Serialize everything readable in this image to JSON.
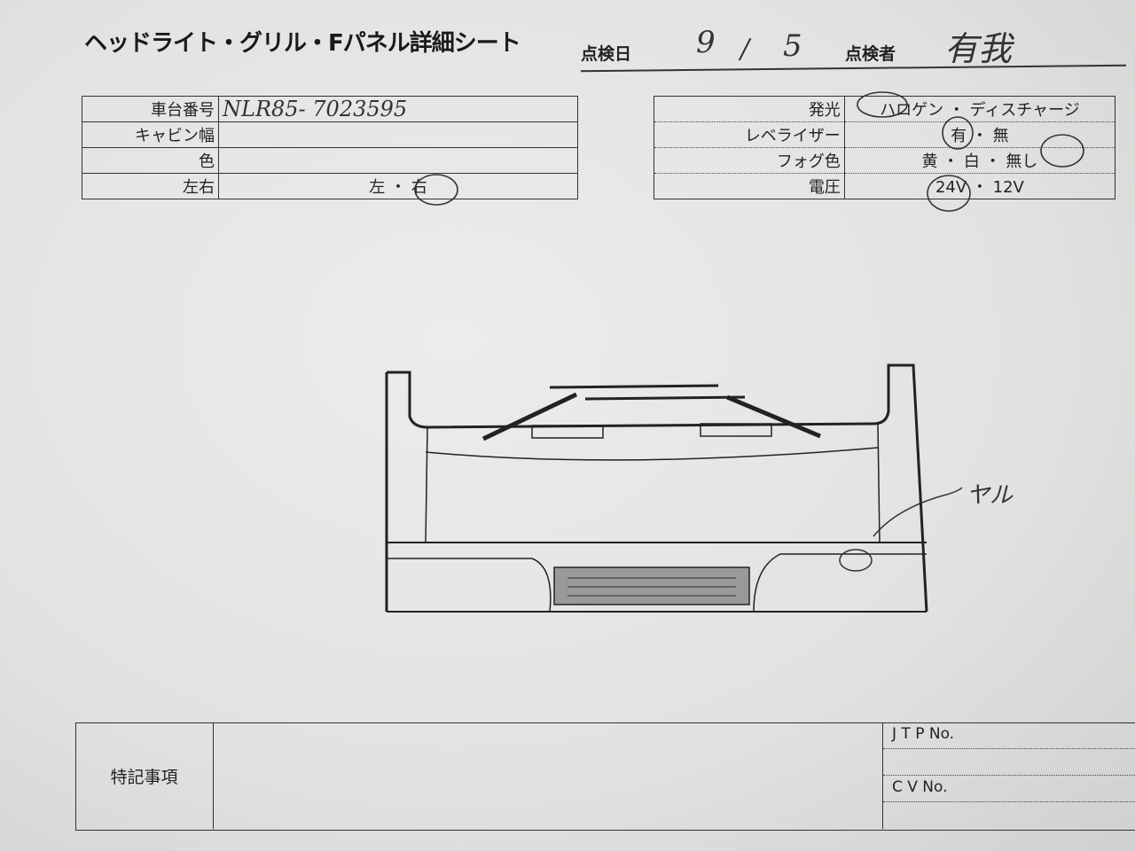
{
  "title": "ヘッドライト・グリル・Fパネル詳細シート",
  "header": {
    "date_label": "点検日",
    "date_month": "9",
    "date_slash": "/",
    "date_day": "5",
    "inspector_label": "点検者",
    "inspector": "有我"
  },
  "left_table": [
    {
      "label": "車台番号",
      "value": "NLR85- 7023595"
    },
    {
      "label": "キャビン幅",
      "value": ""
    },
    {
      "label": "色",
      "value": ""
    },
    {
      "label": "左右",
      "value": "左 ・ 右",
      "selected": "右"
    }
  ],
  "right_table": [
    {
      "label": "発光",
      "value": "ハロゲン ・ ディスチャージ",
      "selected": "ハロゲン"
    },
    {
      "label": "レベライザー",
      "value": "有 ・ 無",
      "selected": "有"
    },
    {
      "label": "フォグ色",
      "value": "黄 ・ 白 ・ 無し",
      "selected": "無し"
    },
    {
      "label": "電圧",
      "value": "24V ・ 12V",
      "selected": "24V"
    }
  ],
  "diagram": {
    "annotation": "ヤル"
  },
  "bottom": {
    "notes_label": "特記事項",
    "jtp_label": "J T P No.",
    "jtp_value": "",
    "cv_label": "C V No.",
    "cv_value": ""
  }
}
